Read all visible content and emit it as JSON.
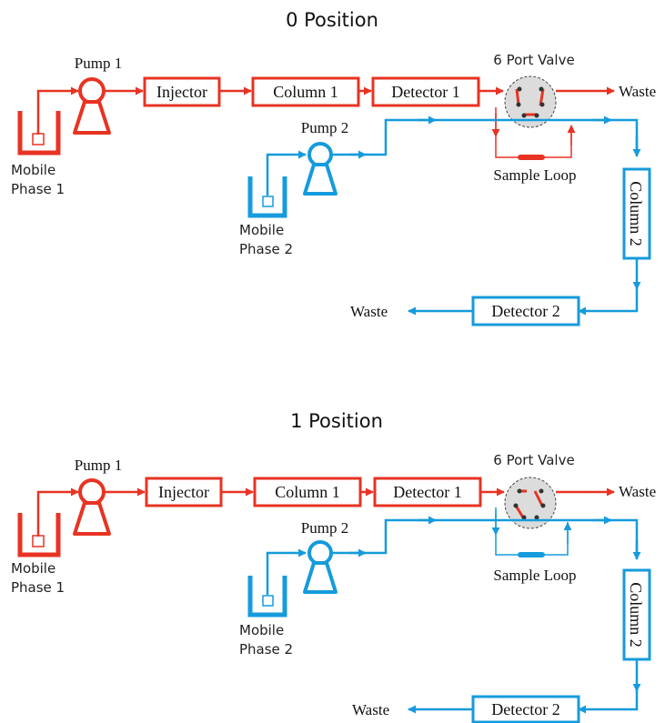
{
  "colors": {
    "red": "#e83323",
    "blue": "#169bdc"
  },
  "diagrams": [
    {
      "title": "0 Position",
      "pump1": "Pump 1",
      "pump2": "Pump 2",
      "valve": "6 Port Valve",
      "injector": "Injector",
      "column1": "Column 1",
      "detector1": "Detector 1",
      "waste_right": "Waste",
      "sample_loop": "Sample Loop",
      "column2": "Column 2",
      "detector2": "Detector 2",
      "waste_left": "Waste",
      "mobile_phase1": [
        "Mobile",
        "Phase 1"
      ],
      "mobile_phase2": [
        "Mobile",
        "Phase 2"
      ],
      "loop_line_color": "red"
    },
    {
      "title": "1 Position",
      "pump1": "Pump 1",
      "pump2": "Pump 2",
      "valve": "6 Port Valve",
      "injector": "Injector",
      "column1": "Column 1",
      "detector1": "Detector 1",
      "waste_right": "Waste",
      "sample_loop": "Sample Loop",
      "column2": "Column 2",
      "detector2": "Detector 2",
      "waste_left": "Waste",
      "mobile_phase1": [
        "Mobile",
        "Phase 1"
      ],
      "mobile_phase2": [
        "Mobile",
        "Phase 2"
      ],
      "loop_line_color": "blue"
    }
  ]
}
